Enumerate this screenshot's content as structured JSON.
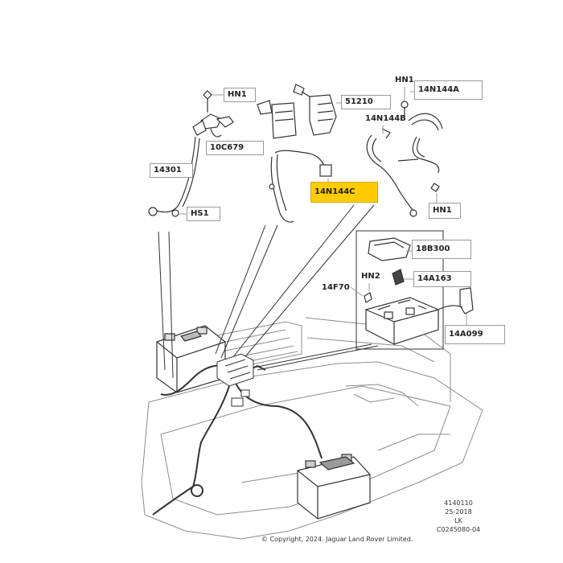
{
  "callouts": {
    "hn1_a": "HN1",
    "p10c679": "10C679",
    "p14301": "14301",
    "hs1": "HS1",
    "p51210": "51210",
    "hn1_b": "HN1",
    "p14n144a": "14N144A",
    "p14n144b": "14N144B",
    "p14n144c": "14N144C",
    "hn1_c": "HN1",
    "p18b300": "18B300",
    "hn2": "HN2",
    "p14a163": "14A163",
    "p14f70": "14F70",
    "p14a099": "14A099"
  },
  "highlight": {
    "color": "#ffcc00"
  },
  "meta": {
    "line1": "4140110",
    "line2": "25-2018",
    "line3": "LK",
    "line4": "C0245080-04"
  },
  "copyright": "© Copyright, 2024. Jaguar Land Rover Limited."
}
